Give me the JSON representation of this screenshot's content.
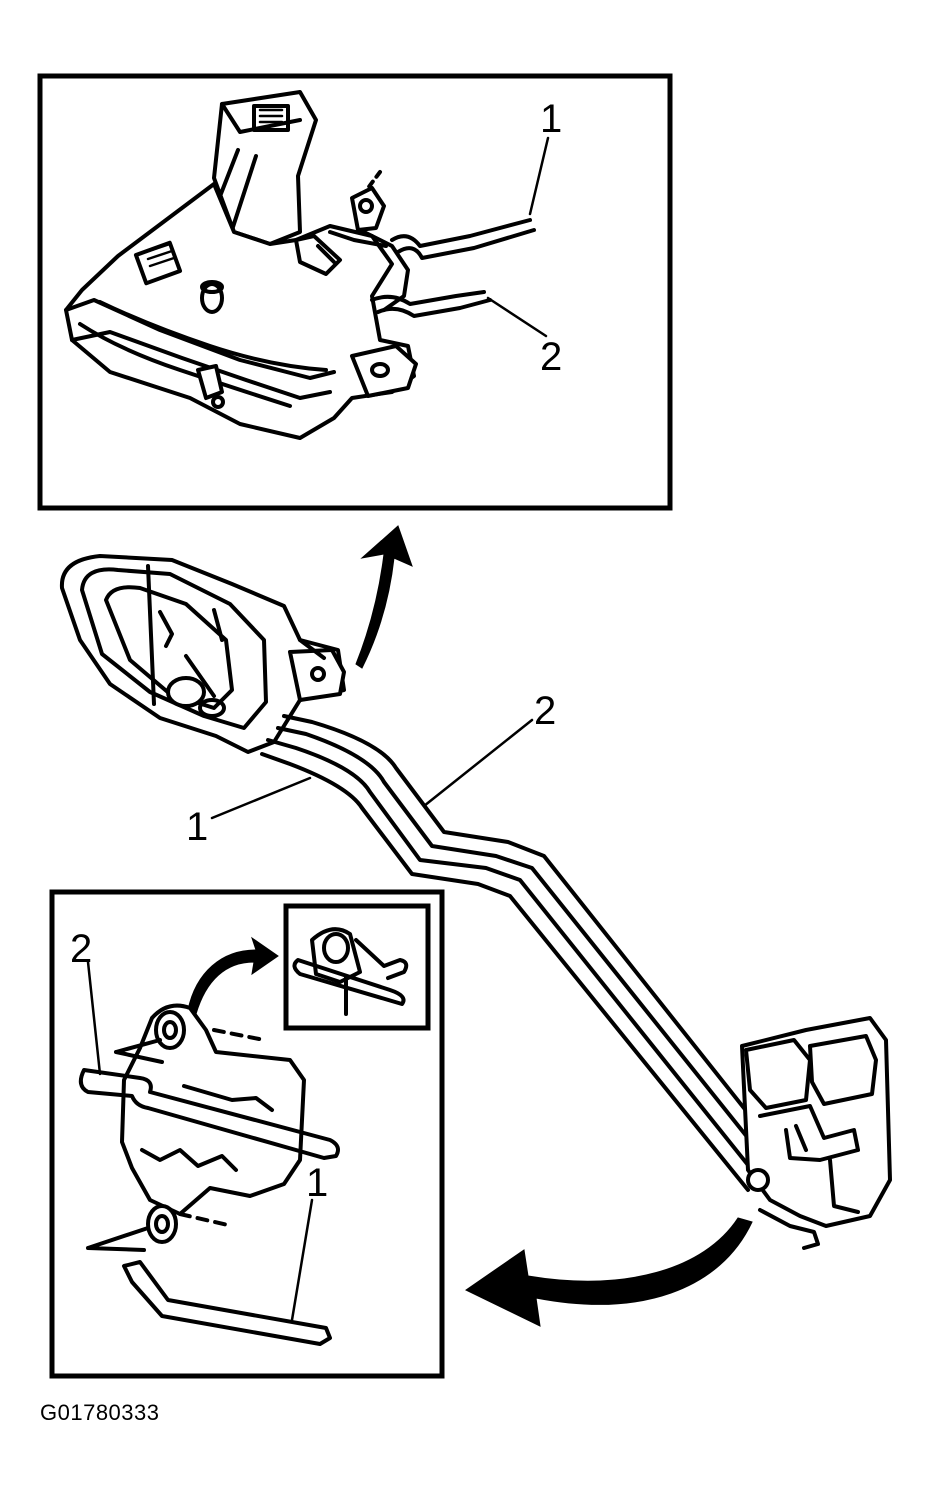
{
  "figure": {
    "figure_id": "G01780333",
    "callouts": {
      "top_inset_1": "1",
      "top_inset_2": "2",
      "main_1": "1",
      "main_2": "2",
      "bottom_inset_1": "1",
      "bottom_inset_2": "2"
    }
  }
}
